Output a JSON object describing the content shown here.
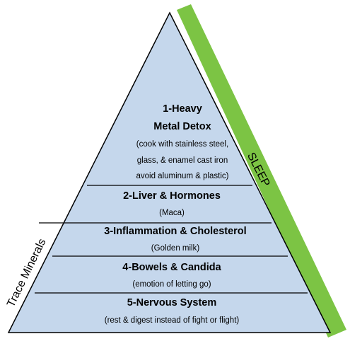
{
  "colors": {
    "pyramid_fill": "#c5d7ec",
    "outline": "#000000",
    "sleep_bar": "#7cc444"
  },
  "side_labels": {
    "right": "SLEEP",
    "left": "Trace Minerals"
  },
  "tiers": [
    {
      "title_lines": [
        "1-Heavy",
        "Metal Detox"
      ],
      "note_lines": [
        "(cook with stainless steel,",
        "glass, & enamel cast iron",
        "avoid aluminum & plastic)"
      ]
    },
    {
      "title_lines": [
        "2-Liver & Hormones"
      ],
      "note_lines": [
        "(Maca)"
      ]
    },
    {
      "title_lines": [
        "3-Inflammation & Cholesterol"
      ],
      "note_lines": [
        "(Golden milk)"
      ]
    },
    {
      "title_lines": [
        "4-Bowels & Candida"
      ],
      "note_lines": [
        "(emotion of letting go)"
      ]
    },
    {
      "title_lines": [
        "5-Nervous System"
      ],
      "note_lines": [
        "(rest & digest instead of fight or flight)"
      ]
    }
  ]
}
